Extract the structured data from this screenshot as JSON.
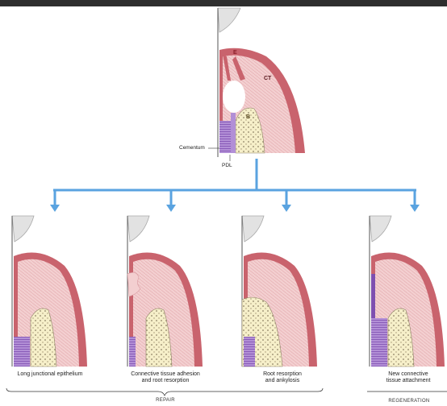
{
  "top": {
    "labels": {
      "e": "E",
      "ct": "CT",
      "b": "B",
      "cementum": "Cementum",
      "pdl": "PDL"
    }
  },
  "outcomes": [
    {
      "label_line1": "Long junctional epithelium",
      "label_line2": ""
    },
    {
      "label_line1": "Connective tissue adhesion",
      "label_line2": "and root resorption"
    },
    {
      "label_line1": "Root resorption",
      "label_line2": "and ankylosis"
    },
    {
      "label_line1": "New connective",
      "label_line2": "tissue attachment"
    }
  ],
  "categories": {
    "repair": "REPAIR",
    "regeneration": "REGENERATION"
  },
  "colors": {
    "epithelium": "#c9636d",
    "connective": "#f3cfd0",
    "bone": "#f6efc9",
    "cementum": "#9a6cc0",
    "arrow": "#5aa3e0"
  }
}
